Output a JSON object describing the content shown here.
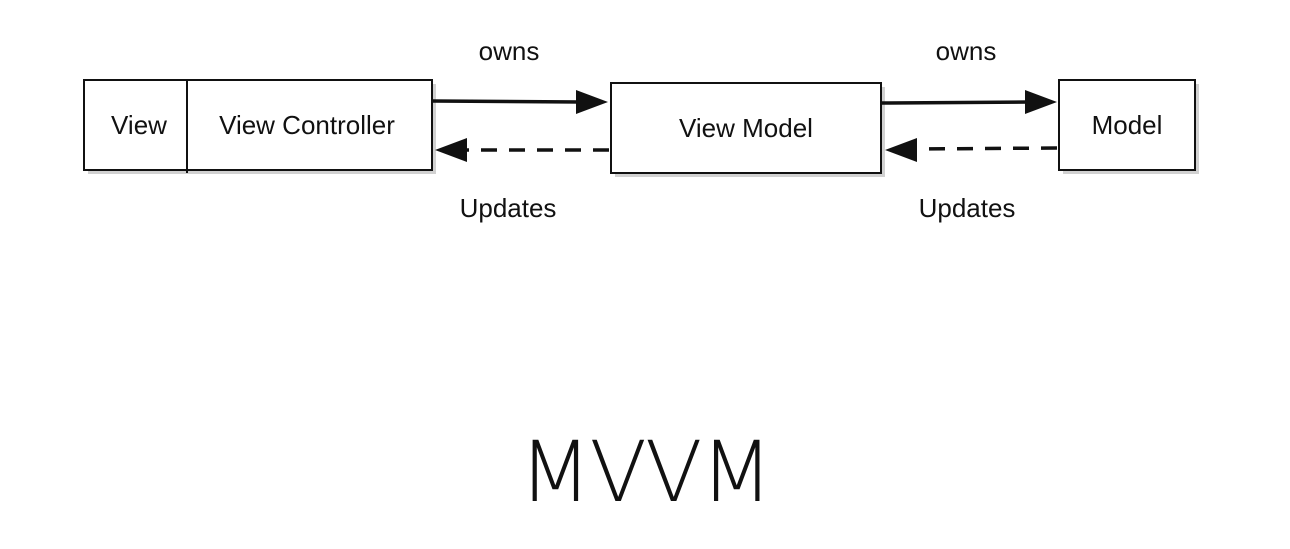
{
  "nodes": {
    "view": "View",
    "view_controller": "View Controller",
    "view_model": "View Model",
    "model": "Model"
  },
  "edges": {
    "owns_left": "owns",
    "owns_right": "owns",
    "updates_left": "Updates",
    "updates_right": "Updates"
  },
  "title": "MVVM"
}
